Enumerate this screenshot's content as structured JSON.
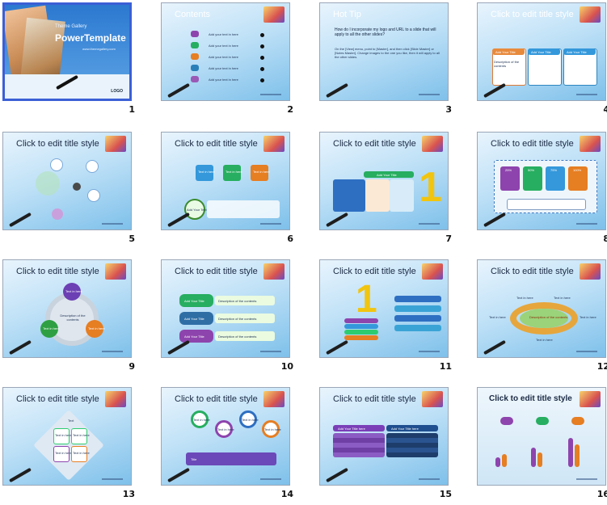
{
  "slide_numbers": [
    "1",
    "2",
    "3",
    "4",
    "5",
    "6",
    "7",
    "8",
    "9",
    "10",
    "11",
    "12",
    "13",
    "14",
    "15",
    "16"
  ],
  "slide1": {
    "subtitle": "Theme Gallery",
    "title": "PowerTemplate",
    "url": "www.themegallery.com",
    "logo": "LOGO"
  },
  "slide2": {
    "title": "Contents",
    "items": [
      "Add your text in here",
      "Add your text in here",
      "Add your text in here",
      "Add your text in here",
      "Add your text in here"
    ]
  },
  "slide3": {
    "title": "Hot Tip",
    "bullet1": "How do I incorporate my logo and URL to a slide that will apply to all the other slides?",
    "bullet2": "On the [View] menu, point to [Master], and then click [Slide Master] or [Notes Master]. Change images to the one you like, then it will apply to all the other slides."
  },
  "generic_title": "Click to edit title style",
  "slide4": {
    "headers": [
      "Add Your Title",
      "Add Your Title",
      "Add Your Title"
    ],
    "text": "Description of the contents"
  },
  "slide6": {
    "boxes": [
      "Text in here",
      "Text in here",
      "Text in here"
    ],
    "circle": "Add Your Text"
  },
  "slide7": {
    "big_number": "1",
    "header": "Add Your Title"
  },
  "slide8": {
    "percents": [
      "25%",
      "50%",
      "75%",
      "100%"
    ]
  },
  "slide9": {
    "center": "Description of the contents",
    "labels": [
      "Text in here",
      "Text in here",
      "Text in here"
    ]
  },
  "slide10": {
    "labels": [
      "Add Your Title",
      "Add Your Title",
      "Add Your Title"
    ],
    "desc": "Description of the contents"
  },
  "slide11": {
    "big_number": "1"
  },
  "slide12": {
    "labels": [
      "Text in here",
      "Text in here",
      "Text in here",
      "Text in here",
      "Text in here"
    ],
    "center": "Description of the contents"
  },
  "slide13": {
    "cells": [
      "Text in here",
      "Text in here",
      "Text in here",
      "Text in here"
    ],
    "side": "Text"
  },
  "slide14": {
    "circles": [
      "Text in here",
      "Text in here",
      "Text in here",
      "Text in here"
    ],
    "label": "Title"
  },
  "slide15": {
    "headers": [
      "Add Your Title here",
      "Add Your Title here"
    ]
  },
  "slide16": {
    "title": "Click to edit title style"
  },
  "colors": {
    "selected_border": "#3b5fd6",
    "slide_bg": "#bfe1f7",
    "accent": "#2b78d0"
  }
}
